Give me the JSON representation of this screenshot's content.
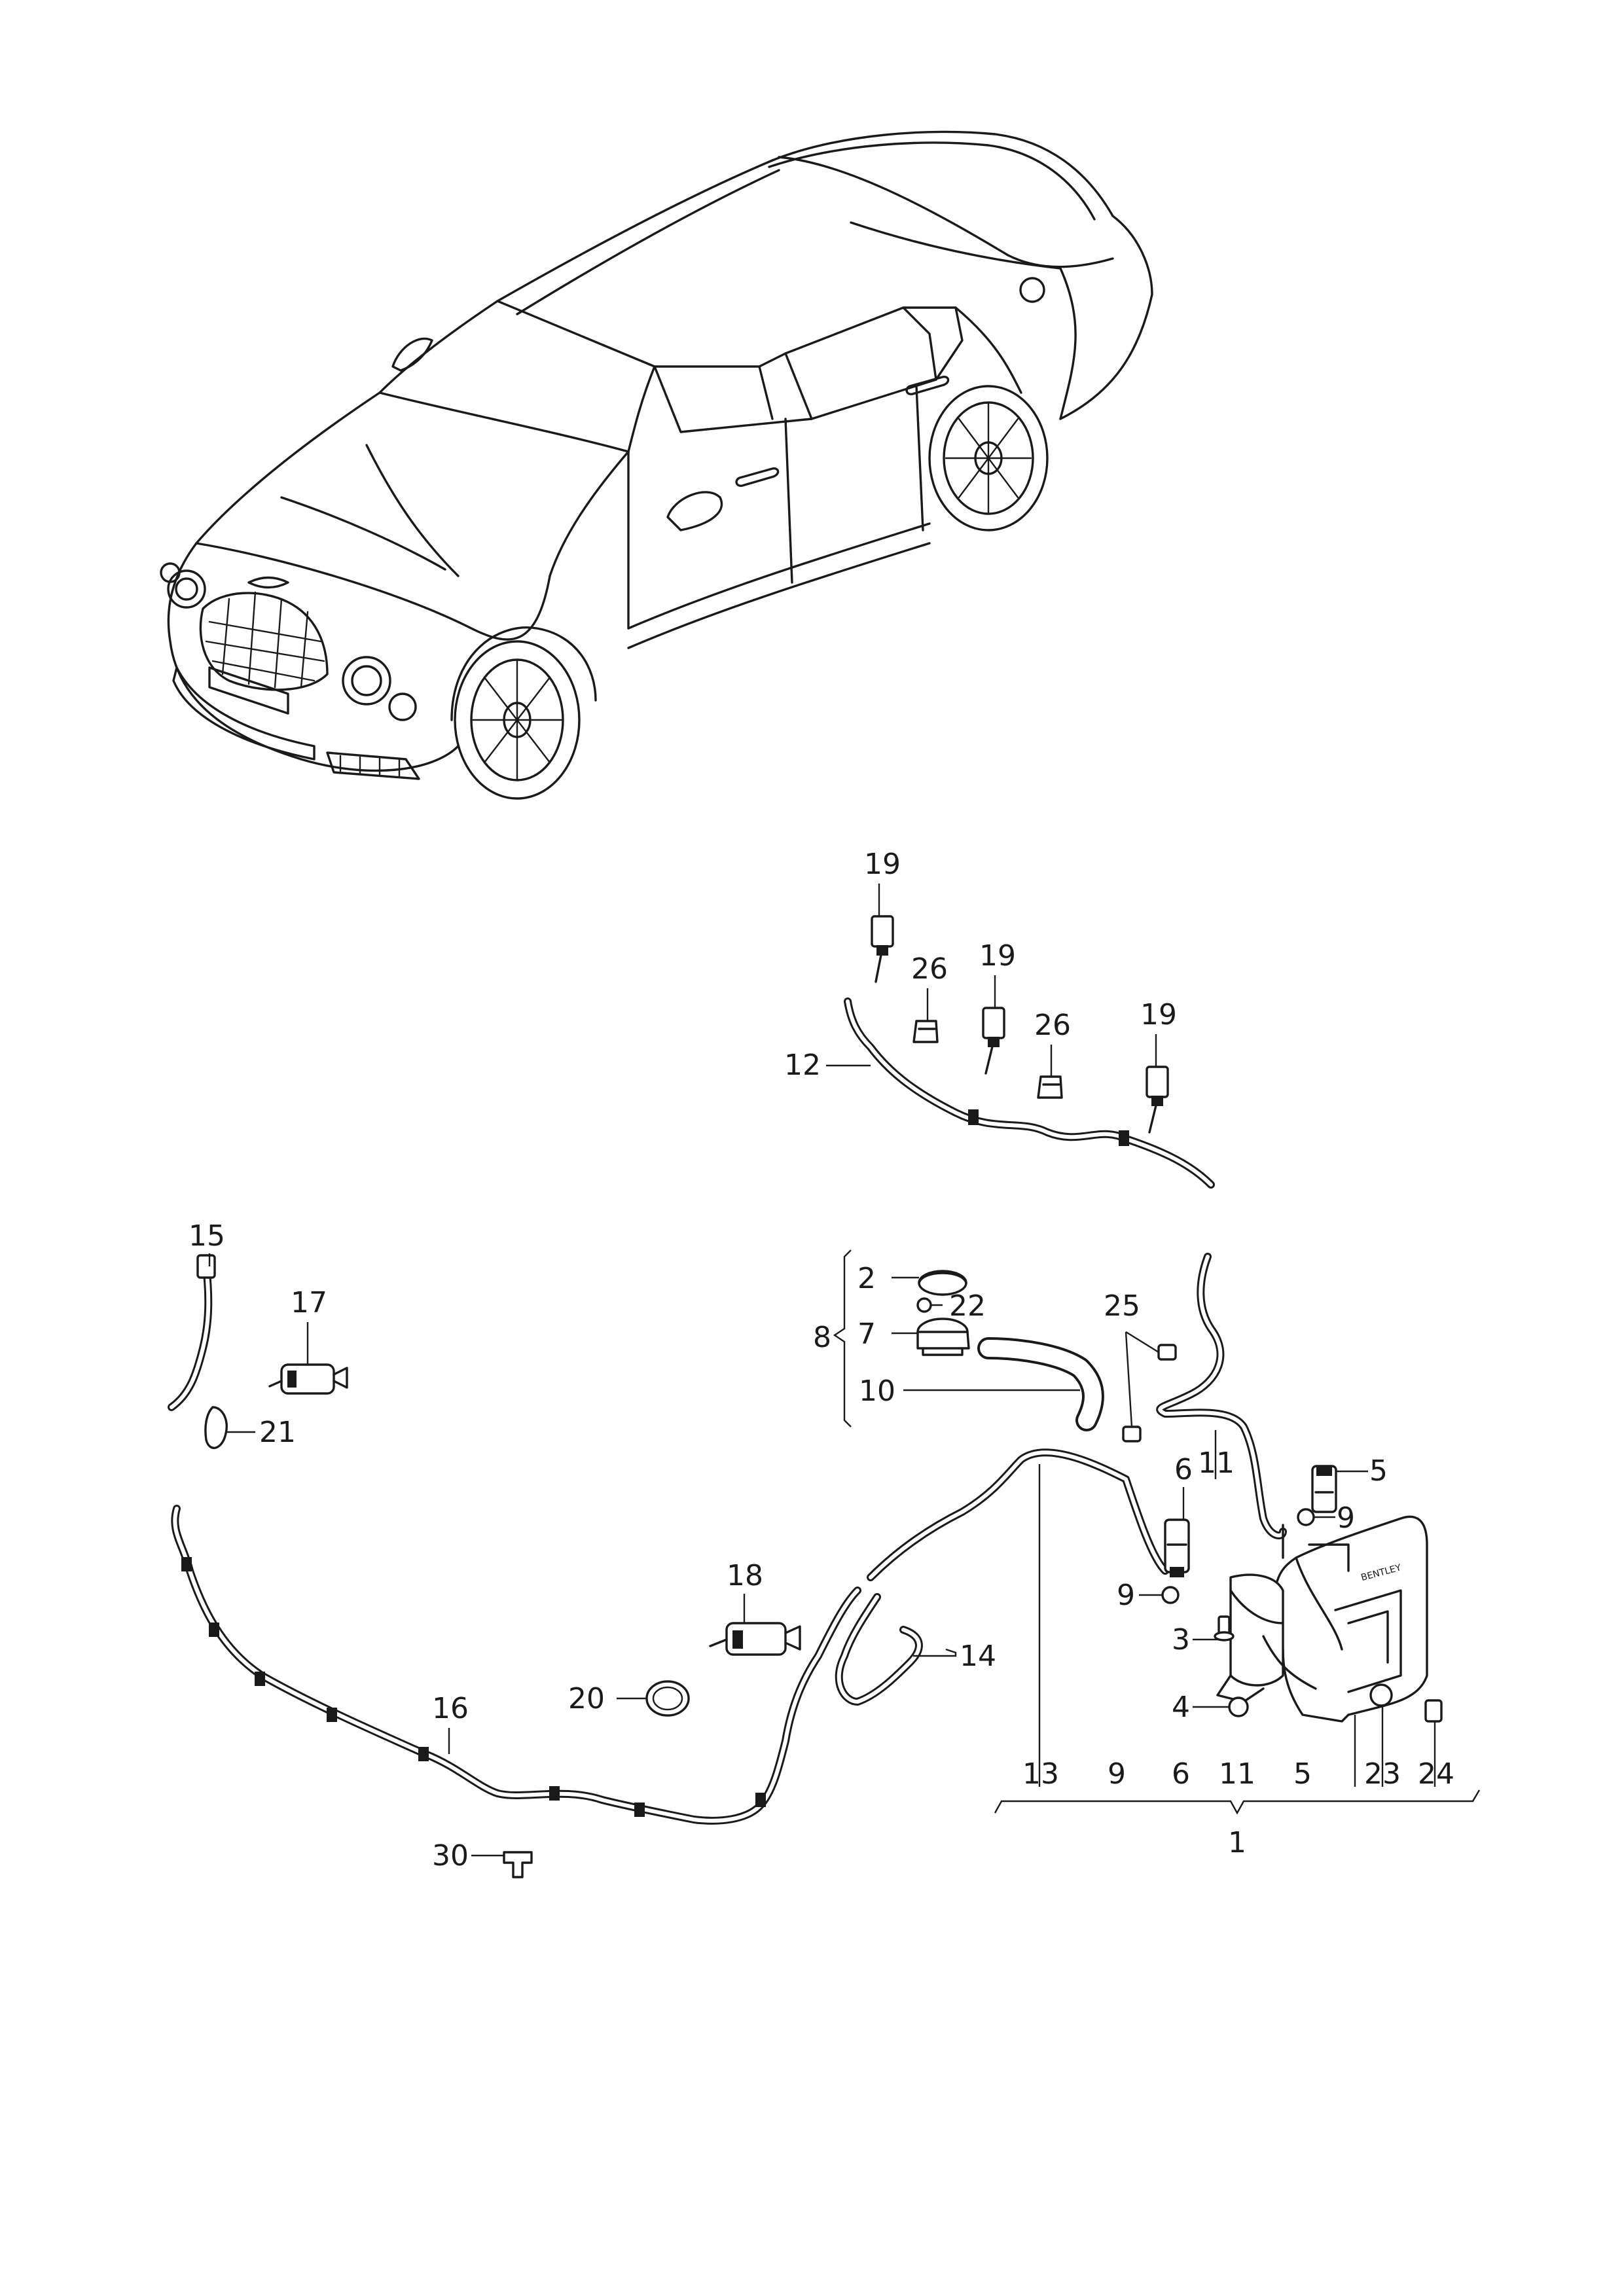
{
  "callouts": {
    "c1": "1",
    "c2": "2",
    "c3": "3",
    "c4": "4",
    "c5_pump": "5",
    "c5_list": "5",
    "c6_pump": "6",
    "c6_list": "6",
    "c7": "7",
    "c8": "8",
    "c9_a": "9",
    "c9_b": "9",
    "c9_list": "9",
    "c10": "10",
    "c11_hose": "11",
    "c11_list": "11",
    "c12": "12",
    "c13_list": "13",
    "c14": "14",
    "c15": "15",
    "c16": "16",
    "c17": "17",
    "c18": "18",
    "c19_a": "19",
    "c19_b": "19",
    "c19_c": "19",
    "c20": "20",
    "c21": "21",
    "c22": "22",
    "c23": "23",
    "c24": "24",
    "c25": "25",
    "c26_a": "26",
    "c26_b": "26",
    "c30": "30"
  },
  "logo_text": "BENTLEY"
}
